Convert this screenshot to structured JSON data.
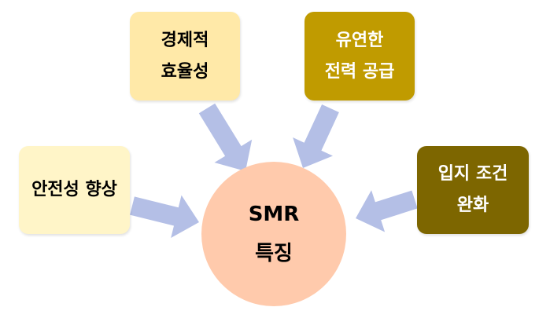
{
  "colors": {
    "arrow": "#b4bfe6",
    "center": "#ffcaac",
    "economic": "#ffe9a8",
    "supply": "#c09b00",
    "safety": "#fff5c8",
    "siting": "#7d6600"
  },
  "center": {
    "line1": "SMR",
    "line2": "특징"
  },
  "boxes": {
    "economic": {
      "line1": "경제적",
      "line2": "효율성"
    },
    "supply": {
      "line1": "유연한",
      "line2": "전력 공급"
    },
    "safety": {
      "line1": "안전성 향상"
    },
    "siting": {
      "line1": "입지 조건",
      "line2": "완화"
    }
  }
}
